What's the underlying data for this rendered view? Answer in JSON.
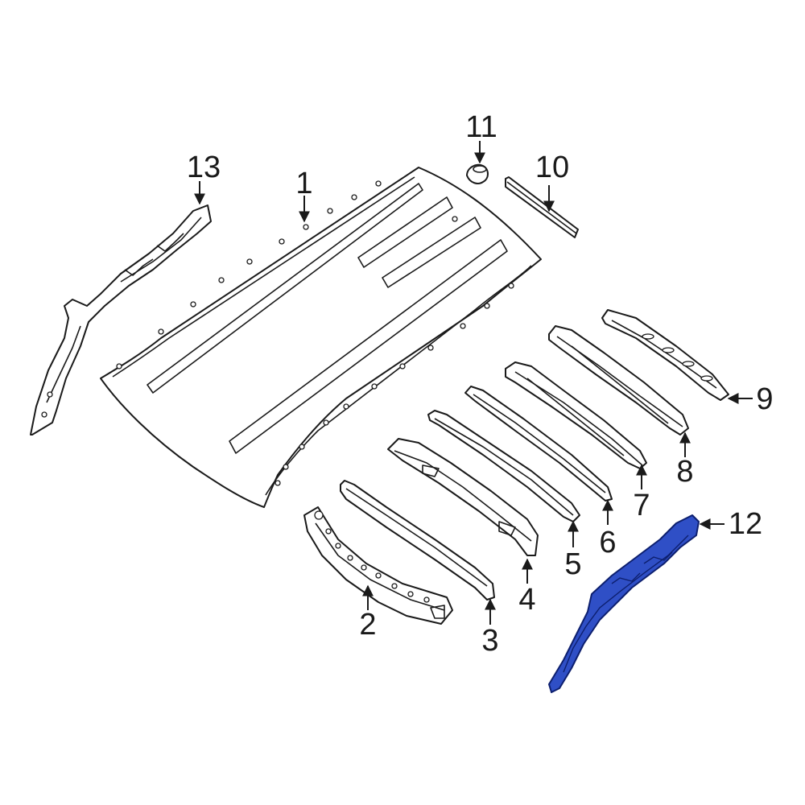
{
  "diagram": {
    "highlight_color": "#2f4fc6",
    "callouts": [
      {
        "id": "1",
        "label": "1"
      },
      {
        "id": "2",
        "label": "2"
      },
      {
        "id": "3",
        "label": "3"
      },
      {
        "id": "4",
        "label": "4"
      },
      {
        "id": "5",
        "label": "5"
      },
      {
        "id": "6",
        "label": "6"
      },
      {
        "id": "7",
        "label": "7"
      },
      {
        "id": "8",
        "label": "8"
      },
      {
        "id": "9",
        "label": "9"
      },
      {
        "id": "10",
        "label": "10"
      },
      {
        "id": "11",
        "label": "11"
      },
      {
        "id": "12",
        "label": "12"
      },
      {
        "id": "13",
        "label": "13"
      }
    ],
    "highlighted_part": "12"
  }
}
